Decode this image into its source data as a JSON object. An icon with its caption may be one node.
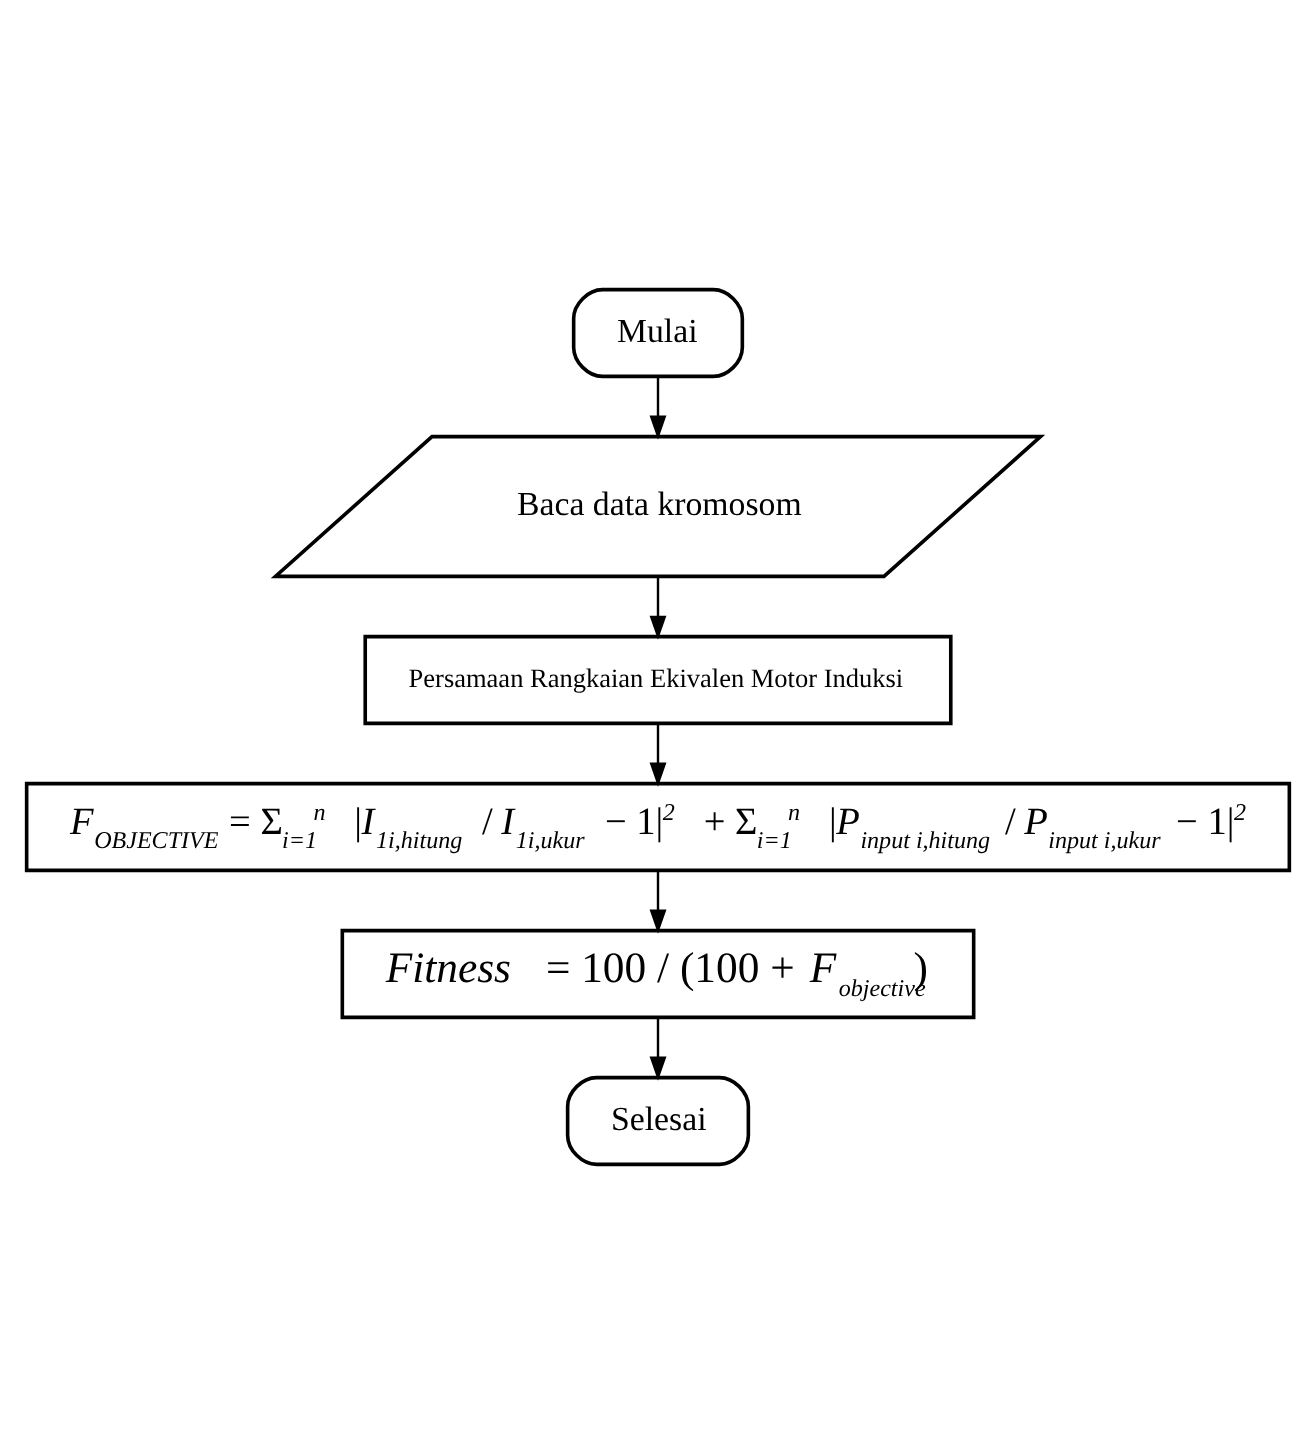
{
  "diagram": {
    "nodes": [
      {
        "text": [
          "Mulai"
        ]
      },
      {
        "text": [
          "Baca data kromosom"
        ]
      },
      {
        "text": [
          "Persamaan Rangkaian Ekivalen Motor Induksi"
        ]
      },
      {
        "text": [
          "*F*$_{OBJECTIVE}$ = Σ$_{i=1}$$^{n}$ |*I*$_{1i,hitung}$ / *I*$_{1i,ukur}$ − 1|$^{2}$ + Σ$_{i=1}$$^{n}$ |*P*$_{input i,hitung}$ / *P*$_{input i,ukur}$ − 1|$^{2}$"
        ]
      },
      {
        "text": [
          "*Fitness* = 100 / (100 + *F*$_{objective}$)"
        ]
      },
      {
        "text": [
          "Selesai"
        ]
      }
    ],
    "edges": [
      {
        "from": 0,
        "to": 1,
        "arrow": "to"
      },
      {
        "from": 1,
        "to": 2,
        "arrow": "to"
      },
      {
        "from": 2,
        "to": 3,
        "arrow": "to"
      },
      {
        "from": 3,
        "to": 4,
        "arrow": "to"
      },
      {
        "from": 4,
        "to": 5,
        "arrow": "to"
      }
    ]
  }
}
